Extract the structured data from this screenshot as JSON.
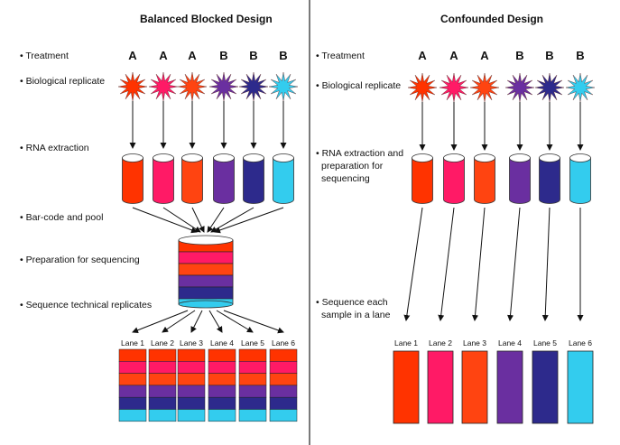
{
  "colors": {
    "red": "#ff3300",
    "pink": "#ff1a66",
    "orange_red": "#ff4411",
    "purple": "#6a2fa0",
    "navy": "#2d2a8c",
    "cyan": "#33ccee",
    "treatment_A": "#ff2a00",
    "treatment_B": "#33338f",
    "divider": "#222222",
    "arrow": "#111111"
  },
  "left": {
    "title": "Balanced Blocked Design",
    "steps": {
      "treatment": "Treatment",
      "bio_rep": "Biological replicate",
      "rna": "RNA extraction",
      "barcode": "Bar-code and pool",
      "prep": "Preparation for sequencing",
      "tech_rep": "Sequence technical replicates"
    },
    "treatments": [
      "A",
      "A",
      "A",
      "B",
      "B",
      "B"
    ],
    "lanes": [
      "Lane 1",
      "Lane 2",
      "Lane 3",
      "Lane 4",
      "Lane 5",
      "Lane 6"
    ]
  },
  "right": {
    "title": "Confounded Design",
    "steps": {
      "treatment": "Treatment",
      "bio_rep": "Biological replicate",
      "rna_line1": "RNA extraction and",
      "rna_line2": "preparation for",
      "rna_line3": "sequencing",
      "seq_line1": "Sequence each",
      "seq_line2": "sample in a lane"
    },
    "treatments": [
      "A",
      "A",
      "A",
      "B",
      "B",
      "B"
    ],
    "lanes": [
      "Lane 1",
      "Lane 2",
      "Lane 3",
      "Lane 4",
      "Lane 5",
      "Lane 6"
    ]
  }
}
